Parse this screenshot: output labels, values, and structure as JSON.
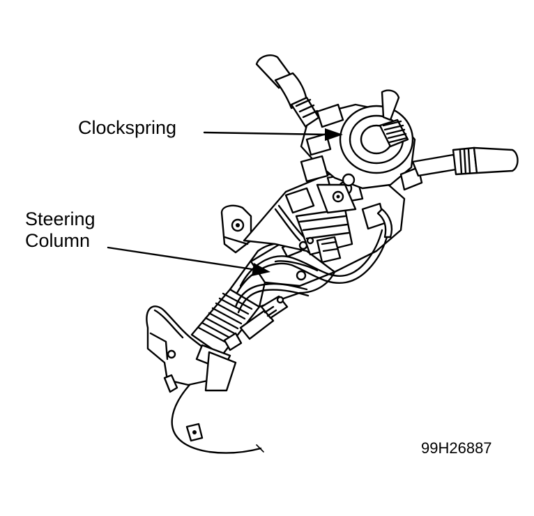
{
  "labels": {
    "clockspring": "Clockspring",
    "steering_line1": "Steering",
    "steering_line2": "Column"
  },
  "figure_id": "99H26887",
  "colors": {
    "ink": "#000000",
    "background": "#ffffff"
  }
}
